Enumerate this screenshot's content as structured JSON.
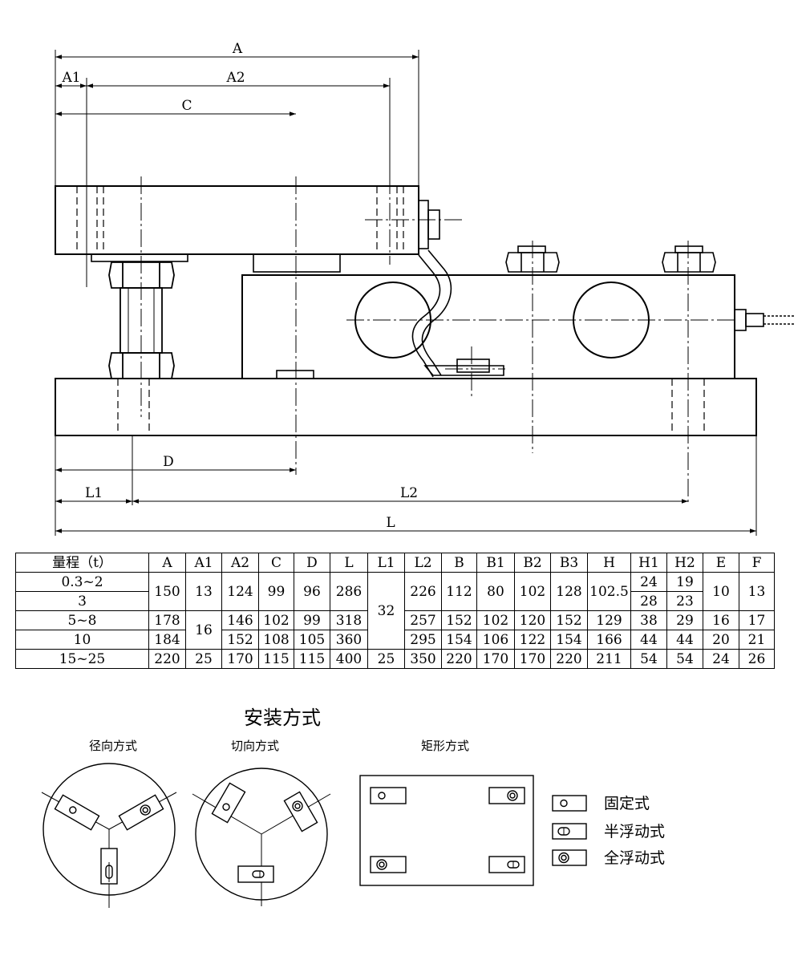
{
  "dimension_labels": {
    "A": "A",
    "A1": "A1",
    "A2": "A2",
    "C": "C",
    "D": "D",
    "L1": "L1",
    "L2": "L2",
    "L": "L"
  },
  "spec_table": {
    "headers": [
      "量程（t）",
      "A",
      "A1",
      "A2",
      "C",
      "D",
      "L",
      "L1",
      "L2",
      "B",
      "B1",
      "B2",
      "B3",
      "H",
      "H1",
      "H2",
      "E",
      "F"
    ],
    "rows": [
      {
        "range": "0.3~2",
        "A": "150",
        "A1": "13",
        "A2": "124",
        "C": "99",
        "D": "96",
        "L": "286",
        "L1": "32",
        "L2": "226",
        "B": "112",
        "B1": "80",
        "B2": "102",
        "B3": "128",
        "H": "102.5",
        "H1": "24",
        "H2": "19",
        "E": "10",
        "F": "13"
      },
      {
        "range": "3",
        "H1": "28",
        "H2": "23"
      },
      {
        "range": "5~8",
        "A": "178",
        "A1": "16",
        "A2": "146",
        "C": "102",
        "D": "99",
        "L": "318",
        "L2": "257",
        "B": "152",
        "B1": "102",
        "B2": "120",
        "B3": "152",
        "H": "129",
        "H1": "38",
        "H2": "29",
        "E": "16",
        "F": "17"
      },
      {
        "range": "10",
        "A": "184",
        "A2": "152",
        "C": "108",
        "D": "105",
        "L": "360",
        "L2": "295",
        "B": "154",
        "B1": "106",
        "B2": "122",
        "B3": "154",
        "H": "166",
        "H1": "44",
        "H2": "44",
        "E": "20",
        "F": "21"
      },
      {
        "range": "15~25",
        "A": "220",
        "A1": "25",
        "A2": "170",
        "C": "115",
        "D": "115",
        "L": "400",
        "L1": "25",
        "L2": "350",
        "B": "220",
        "B1": "170",
        "B2": "170",
        "B3": "220",
        "H": "211",
        "H1": "54",
        "H2": "54",
        "E": "24",
        "F": "26"
      }
    ]
  },
  "mounting": {
    "title": "安装方式",
    "radial": "径向方式",
    "tangential": "切向方式",
    "rectangular": "矩形方式",
    "legend": [
      {
        "icon": "fixed-hole-icon",
        "label": "固定式"
      },
      {
        "icon": "semi-floating-hole-icon",
        "label": "半浮动式"
      },
      {
        "icon": "full-floating-hole-icon",
        "label": "全浮动式"
      }
    ]
  }
}
